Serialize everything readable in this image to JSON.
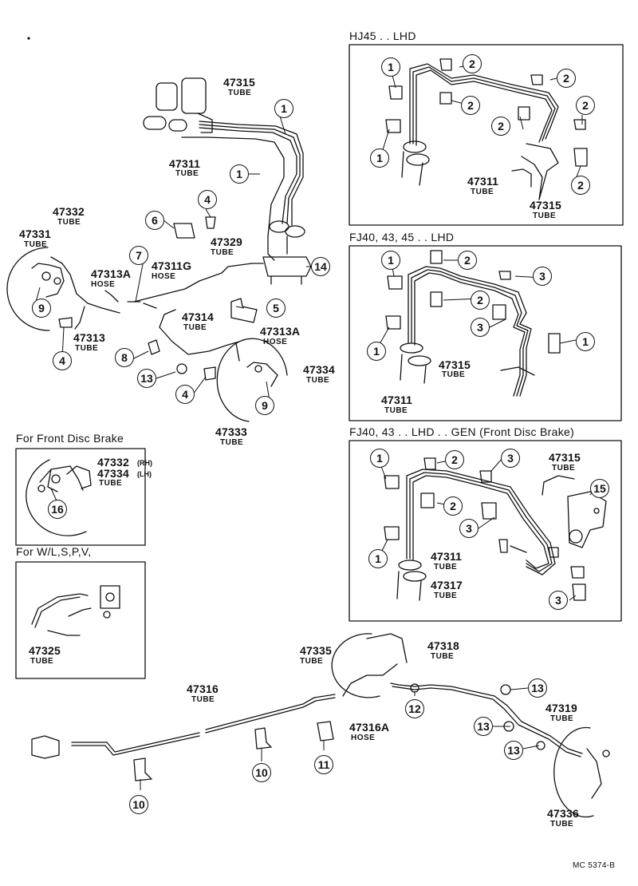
{
  "headers": {
    "hj45": "HJ45 . . LHD",
    "fj40_45": "FJ40, 43, 45 . . LHD",
    "fj40_gen": "FJ40, 43 . . LHD . . GEN (Front Disc Brake)",
    "front_disc": "For Front Disc Brake",
    "wlspv": "For  W/L,S,P,V,"
  },
  "parts": {
    "p47315_main": "47315",
    "p47311_main": "47311",
    "p47332_main": "47332",
    "p47331": "47331",
    "p47313a_left": "47313A",
    "p47311g": "47311G",
    "p47329": "47329",
    "p47313": "47313",
    "p47314": "47314",
    "p47313a_right": "47313A",
    "p47334_main": "47334",
    "p47333": "47333",
    "p47332_disc": "47332",
    "p47334_disc": "47334",
    "p47325": "47325",
    "p47311_hj45": "47311",
    "p47315_hj45": "47315",
    "p47315_fj": "47315",
    "p47311_fj": "47311",
    "p47315_gen": "47315",
    "p47311_gen": "47311",
    "p47317": "47317",
    "p47316": "47316",
    "p47335": "47335",
    "p47318": "47318",
    "p47316a": "47316A",
    "p47319": "47319",
    "p47336": "47336"
  },
  "types": {
    "tube": "TUBE",
    "hose": "HOSE"
  },
  "side_marks": {
    "rh": "(RH)",
    "lh": "(LH)"
  },
  "callouts": {
    "c1": "1",
    "c2": "2",
    "c3": "3",
    "c4": "4",
    "c5": "5",
    "c6": "6",
    "c7": "7",
    "c8": "8",
    "c9": "9",
    "c10": "10",
    "c11": "11",
    "c12": "12",
    "c13": "13",
    "c14": "14",
    "c15": "15",
    "c16": "16"
  },
  "footer": {
    "code": "MC 5374-B"
  }
}
